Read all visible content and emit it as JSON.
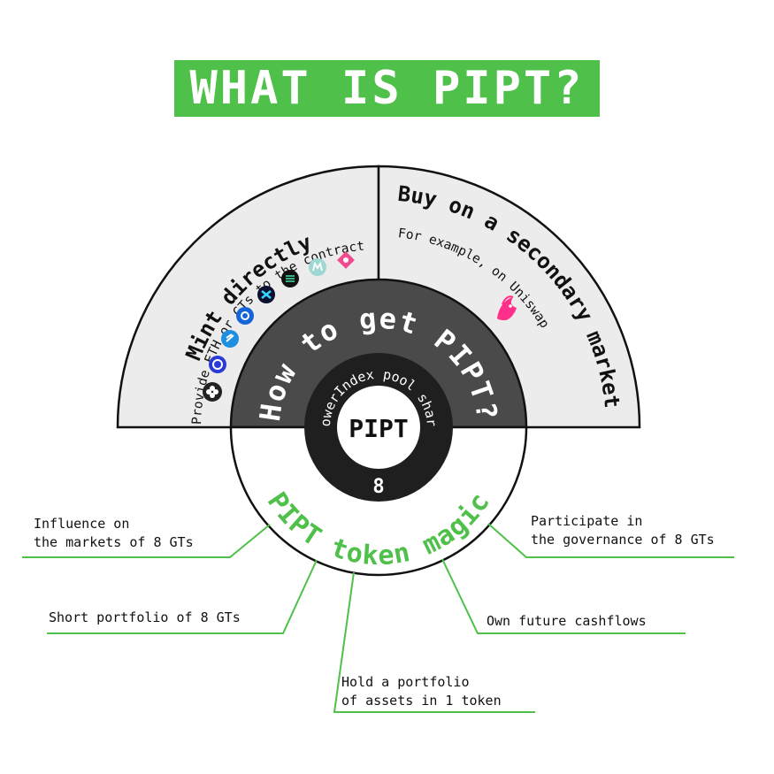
{
  "title": "WHAT IS PIPT?",
  "colors": {
    "accent_green": "#4fc04a",
    "panel_light": "#ececec",
    "ring_dark": "#4a4a4a",
    "inner_dark": "#1f1f1f",
    "outline": "#111111"
  },
  "left_panel": {
    "heading": "Mint directly",
    "subheading": "Provide ETH or GTs to the contract",
    "icons": [
      "cvp-icon",
      "mirror-icon",
      "sushi-icon",
      "badger-icon",
      "synthetix-icon",
      "sol-icon",
      "mstable-icon",
      "pink-token-icon"
    ]
  },
  "right_panel": {
    "heading": "Buy on a secondary market",
    "subheading": "For example, on Uniswap",
    "icon": "uniswap-icon"
  },
  "ring": {
    "label": "How to get PIPT?"
  },
  "core": {
    "arc_label": "PowerIndex pool share",
    "center_label": "PIPT",
    "count": "8"
  },
  "lower_ring": {
    "label": "PIPT token magic"
  },
  "benefits": [
    {
      "lines": [
        "Influence on",
        "the markets of 8 GTs"
      ]
    },
    {
      "lines": [
        "Short portfolio of 8 GTs"
      ]
    },
    {
      "lines": [
        "Hold a portfolio",
        "of assets in 1 token"
      ]
    },
    {
      "lines": [
        "Own future cashflows"
      ]
    },
    {
      "lines": [
        "Participate in",
        "the governance of 8 GTs"
      ]
    }
  ]
}
